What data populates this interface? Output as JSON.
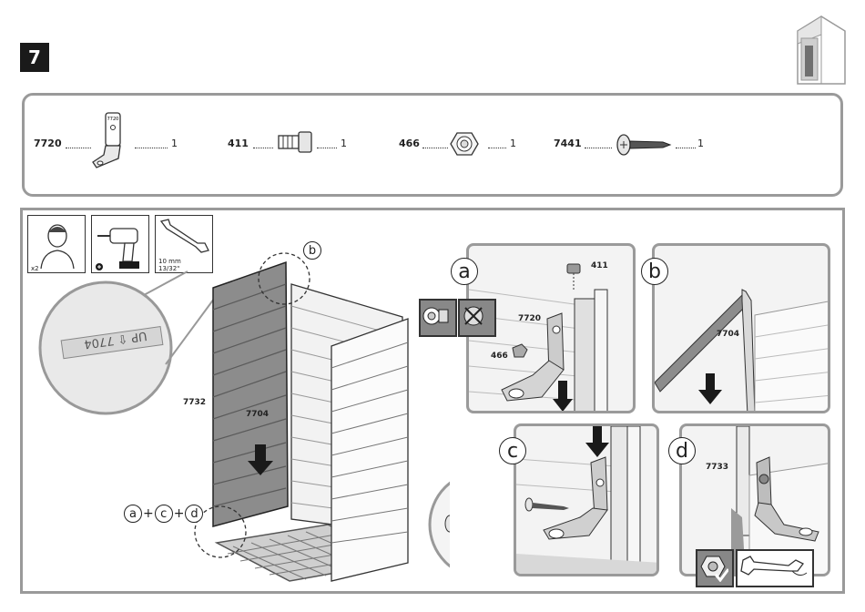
{
  "step": {
    "number": "7"
  },
  "parts": [
    {
      "id": "7720",
      "qty": "1",
      "icon": "bracket-icon"
    },
    {
      "id": "411",
      "qty": "1",
      "icon": "bolt-icon"
    },
    {
      "id": "466",
      "qty": "1",
      "icon": "hex-nut-icon"
    },
    {
      "id": "7441",
      "qty": "1",
      "icon": "screw-icon"
    }
  ],
  "tools": {
    "people": "x2",
    "wrench_size_mm": "10 mm",
    "wrench_size_in": "13/32\"",
    "drill": "drill-icon"
  },
  "main": {
    "label_7732": "7732",
    "label_7704": "7704",
    "callout_b": "b",
    "sequence": {
      "a": "a",
      "plus1": "+",
      "c": "c",
      "plus2": "+",
      "d": "d"
    }
  },
  "panels": {
    "a": {
      "letter": "a",
      "bolt": "411",
      "bracket": "7720",
      "nut": "466"
    },
    "b": {
      "letter": "b",
      "panel": "7704"
    },
    "c": {
      "letter": "c"
    },
    "d": {
      "letter": "d",
      "part": "7733"
    }
  },
  "colors": {
    "panel_border": "#9a9a9a",
    "dark": "#1a1a1a",
    "wall_gray": "#8c8c8c"
  }
}
